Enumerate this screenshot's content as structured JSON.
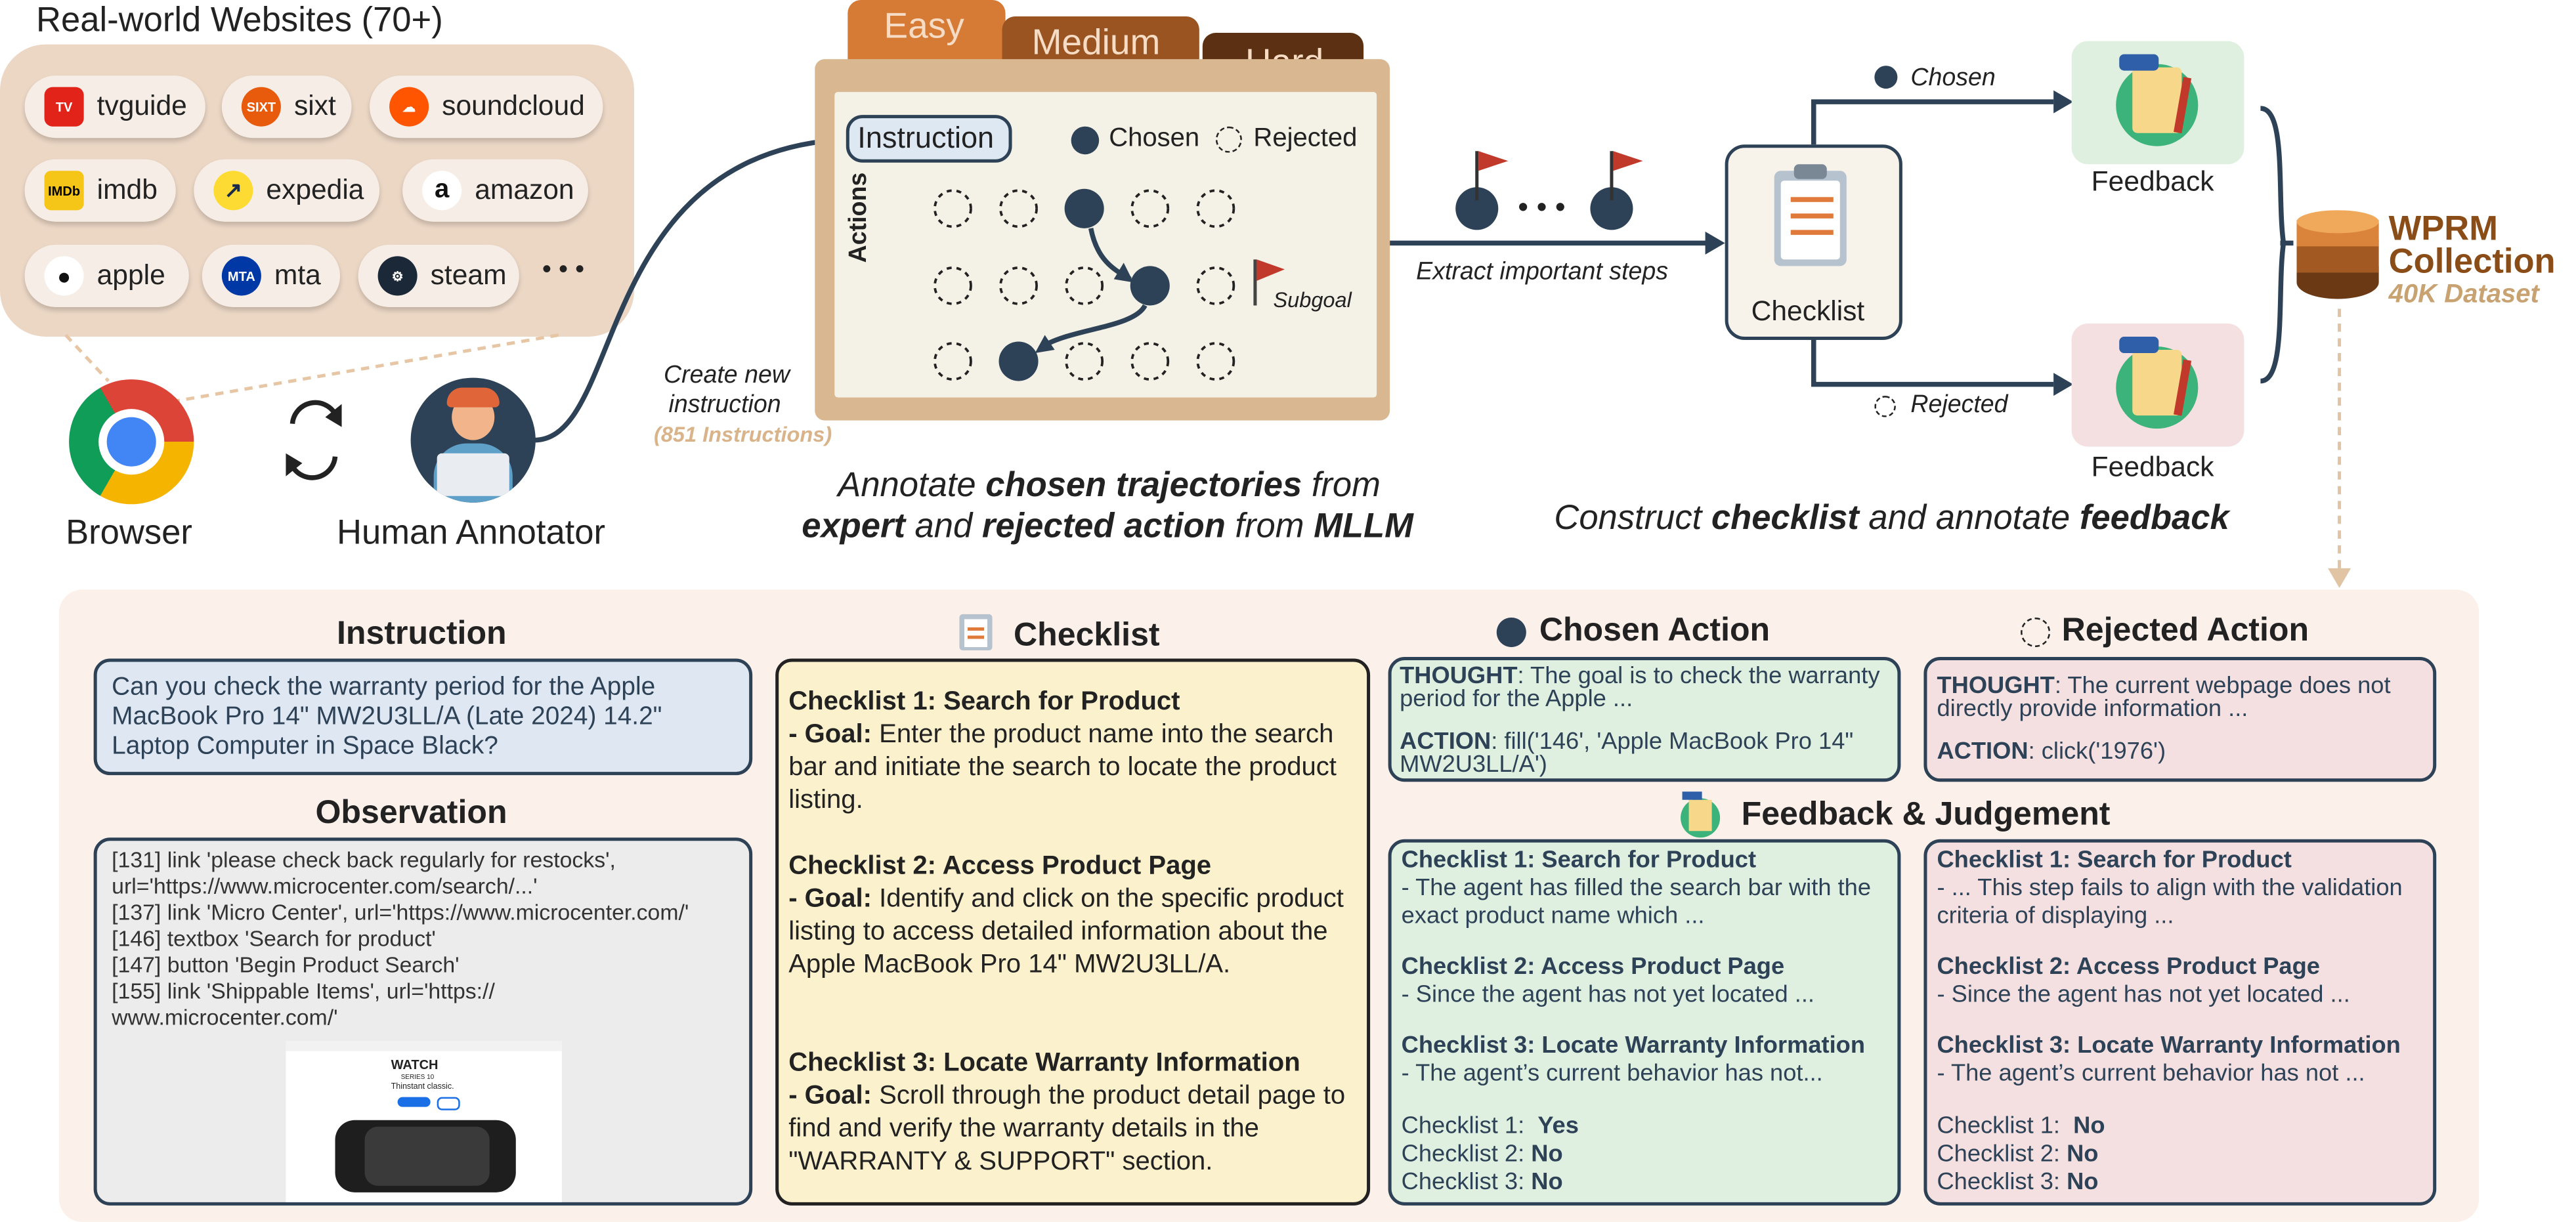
{
  "sites": {
    "title": "Real-world Websites (70+)",
    "items": [
      "tvguide",
      "sixt",
      "soundcloud",
      "imdb",
      "expedia",
      "amazon",
      "apple",
      "mta",
      "steam"
    ],
    "more": "• • •"
  },
  "browser_label": "Browser",
  "annotator_label": "Human Annotator",
  "create": {
    "line1": "Create new",
    "line2": "instruction",
    "count": "(851 Instructions)"
  },
  "tabs": {
    "easy": "Easy",
    "medium": "Medium",
    "hard": "Hard"
  },
  "board": {
    "instruction": "Instruction",
    "chosen": "Chosen",
    "rejected": "Rejected",
    "actions": "Actions",
    "subgoal": "Subgoal"
  },
  "annotate_caption": {
    "l1_a": "Annotate ",
    "l1_b": "chosen trajectories",
    "l1_c": " from",
    "l2_a": "expert",
    "l2_b": " and ",
    "l2_c": "rejected action",
    "l2_d": " from ",
    "l2_e": "MLLM"
  },
  "dots": "• • •",
  "extract_label": "Extract important steps",
  "checklist_label": "Checklist",
  "branch": {
    "chosen": "Chosen",
    "rejected": "Rejected"
  },
  "feedback_label": "Feedback",
  "construct_caption": {
    "a": "Construct ",
    "b": "checklist",
    "c": " and annotate ",
    "d": "feedback"
  },
  "wprm": {
    "l1": "WPRM",
    "l2": "Collection",
    "l3": "40K Dataset"
  },
  "bottom": {
    "instruction_title": "Instruction",
    "instruction_text": "Can you check the warranty period for the Apple MacBook Pro 14\" MW2U3LL/A (Late 2024) 14.2\" Laptop Computer in Space Black?",
    "observation_title": "Observation",
    "observation_lines": [
      "[131] link 'please check back regularly for restocks',",
      "url='https://www.microcenter.com/search/...'",
      "[137] link 'Micro Center', url='https://www.microcenter.com/'",
      "[146] textbox 'Search for product'",
      "[147] button 'Begin Product Search'",
      "[155] link 'Shippable Items', url='https://",
      "www.microcenter.com/'"
    ],
    "watch_title": "WATCH",
    "watch_series": "SERIES 10",
    "watch_tag": "Thinstant classic.",
    "checklist_title": "Checklist",
    "checklist": [
      {
        "title": "Checklist 1: Search for Product",
        "goal_label": "- Goal:",
        "goal": " Enter the product name into the search bar and initiate the search to locate the product listing."
      },
      {
        "title": "Checklist 2: Access Product Page",
        "goal_label": "- Goal:",
        "goal": " Identify and click on the specific product listing to access detailed information about the Apple MacBook Pro 14\" MW2U3LL/A."
      },
      {
        "title": "Checklist 3: Locate Warranty Information",
        "goal_label": "- Goal:",
        "goal": " Scroll through the product detail page to find and verify the warranty details in the \"WARRANTY & SUPPORT\" section."
      }
    ],
    "chosen_title": "Chosen Action",
    "chosen": {
      "thought_label": "THOUGHT",
      "thought": ": The goal is to check the warranty period for the Apple ...",
      "action_label": "ACTION",
      "action": ": fill('146', 'Apple MacBook Pro 14\" MW2U3LL/A')"
    },
    "rejected_title": "Rejected Action",
    "rejected": {
      "thought_label": "THOUGHT",
      "thought": ": The current webpage does not directly provide information ...",
      "action_label": "ACTION",
      "action": ": click('1976')"
    },
    "feedback_title": "Feedback & Judgement",
    "fb_chosen": [
      {
        "title": "Checklist 1: Search for Product",
        "text": "- The agent has filled the search bar with the exact product name which ..."
      },
      {
        "title": "Checklist 2: Access Product Page",
        "text": "- Since the agent has not yet located ..."
      },
      {
        "title": "Checklist 3: Locate Warranty Information",
        "text": "- The agent’s current behavior has not..."
      }
    ],
    "fb_chosen_judge": [
      {
        "label": "Checklist 1:  ",
        "val": "Yes"
      },
      {
        "label": "Checklist 2: ",
        "val": "No"
      },
      {
        "label": "Checklist 3: ",
        "val": "No"
      }
    ],
    "fb_rejected": [
      {
        "title": "Checklist 1: Search for Product",
        "text": "- ... This step fails to align with the validation criteria of displaying ..."
      },
      {
        "title": "Checklist 2: Access Product Page",
        "text": "- Since the agent has not yet located ..."
      },
      {
        "title": "Checklist 3: Locate Warranty Information",
        "text": "- The agent’s current behavior has not ..."
      }
    ],
    "fb_rejected_judge": [
      {
        "label": "Checklist 1:  ",
        "val": "No"
      },
      {
        "label": "Checklist 2: ",
        "val": "No"
      },
      {
        "label": "Checklist 3: ",
        "val": "No"
      }
    ]
  },
  "colors": {
    "navy": "#2e4257",
    "tan": "#e6cdb0",
    "brown": "#8a4d18",
    "gold": "#c9a272"
  }
}
